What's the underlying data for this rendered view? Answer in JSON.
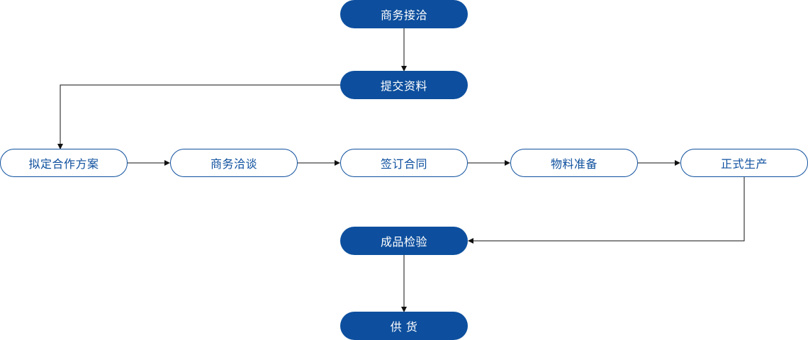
{
  "colors": {
    "primary": "#0d4f9e",
    "line": "#111111",
    "background": "#ffffff"
  },
  "nodes": {
    "business_contact": "商务接洽",
    "submit_materials": "提交资料",
    "draft_plan": "拟定合作方案",
    "business_negotiation": "商务洽谈",
    "sign_contract": "签订合同",
    "material_preparation": "物料准备",
    "formal_production": "正式生产",
    "product_inspection": "成品检验",
    "supply": "供 货"
  }
}
